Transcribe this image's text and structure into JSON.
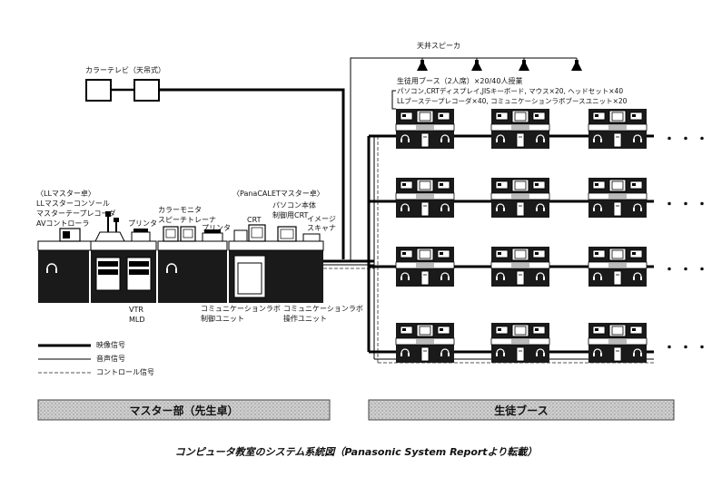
{
  "labels": {
    "ceiling_tv": "カラーテレビ（天吊式）",
    "ceiling_speaker": "天井スピーカ",
    "booth_title": "生徒用ブース（2人席）×20/40人授業",
    "booth_spec_1": "パソコン,CRTディスプレイ,JISキーボード, マウス×20, ヘッドセット×40",
    "booth_spec_2": "LLブーステープレコーダ×40, コミュニケーションラボブースユニット×20",
    "ll_master_desk": "〈LLマスター卓〉",
    "ll_master_console": "LLマスターコンソール",
    "master_tape": "マスターテープレコーダ",
    "av_controller": "AVコントローラ",
    "printer_1": "プリンタ",
    "color_monitor": "カラーモニタ",
    "speech_trainer": "スピーチトレーナ",
    "printer_2": "プリンタ",
    "panacalet_desk": "〈PanaCALETマスター卓〉",
    "pc_body": "パソコン本体",
    "crt_control": "制御用CRT",
    "crt": "CRT",
    "image_scanner_1": "イメージ",
    "image_scanner_2": "スキャナ",
    "vtr": "VTR",
    "mld": "MLD",
    "comm_lab_control_1": "コミュニケーションラボ",
    "comm_lab_control_2": "制御ユニット",
    "comm_lab_op_1": "コミュニケーションラボ",
    "comm_lab_op_2": "操作ユニット"
  },
  "legend": {
    "video": "映像信号",
    "audio": "音声信号",
    "control": "コントロール信号"
  },
  "bands": {
    "master": "マスター部（先生卓）",
    "student": "生徒ブース"
  },
  "ellipsis": "・・・",
  "caption": "コンピュータ教室のシステム系統図（Panasonic System Reportより転載）"
}
